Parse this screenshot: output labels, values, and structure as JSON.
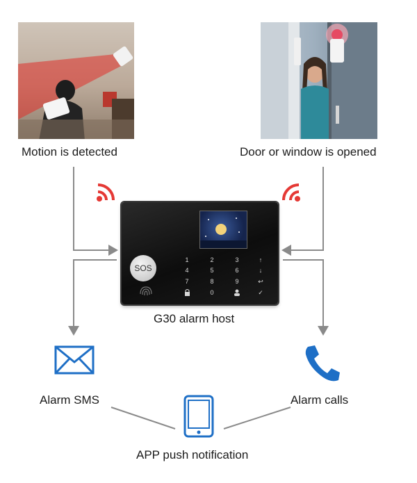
{
  "labels": {
    "motion": "Motion is detected",
    "door": "Door or window is opened",
    "host": "G30 alarm host",
    "sms": "Alarm SMS",
    "calls": "Alarm calls",
    "app": "APP push notification"
  },
  "device": {
    "sos": "SOS",
    "keys": [
      "1",
      "2",
      "3",
      "↑",
      "4",
      "5",
      "6",
      "↓",
      "7",
      "8",
      "9",
      "↩",
      "",
      "0",
      "",
      "✓"
    ]
  },
  "colors": {
    "signal": "#e53935",
    "icon_blue": "#1e6fc6",
    "line": "#8a8a8a",
    "text": "#1a1a1a"
  },
  "icons": [
    "wifi-signal-icon",
    "envelope-icon",
    "phone-icon",
    "smartphone-icon",
    "fingerprint-icon",
    "lock-icon",
    "user-icon"
  ]
}
